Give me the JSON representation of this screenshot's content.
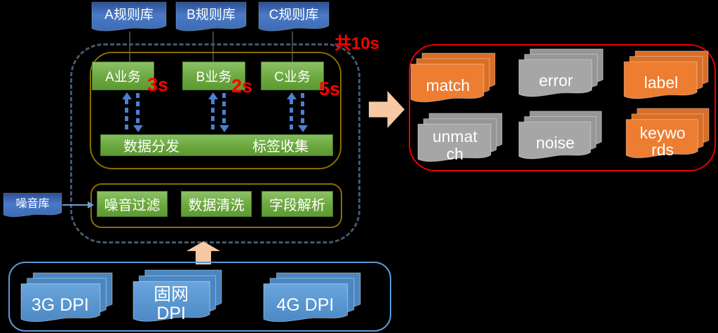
{
  "colors": {
    "background": "#000000",
    "rule_doc_blue": "#4472C4",
    "dpi_blue": "#5B9BD5",
    "node_green": "#70AD47",
    "gold_border": "#8A6D00",
    "dashed_border": "#46586E",
    "red_border": "#E60000",
    "annotation_red": "#FF0000",
    "output_orange": "#ED7D31",
    "output_gray": "#A6A6A6",
    "peach_arrow": "#F6C9A4"
  },
  "rule_libraries": [
    {
      "label": "A规则库"
    },
    {
      "label": "B规则库"
    },
    {
      "label": "C规则库"
    }
  ],
  "pipeline": {
    "total_time_label": "共10s",
    "services": [
      {
        "label": "A业务",
        "time": "3s"
      },
      {
        "label": "B业务",
        "time": "2s"
      },
      {
        "label": "C业务",
        "time": "5s"
      }
    ],
    "bus": {
      "left_label": "数据分发",
      "right_label": "标签收集"
    },
    "preprocess": [
      {
        "label": "噪音过滤"
      },
      {
        "label": "数据清洗"
      },
      {
        "label": "字段解析"
      }
    ]
  },
  "noise_library": {
    "label": "噪音库"
  },
  "sources": [
    {
      "label": "3G DPI"
    },
    {
      "label": "固网\nDPI"
    },
    {
      "label": "4G DPI"
    }
  ],
  "outputs": [
    {
      "label": "match",
      "color": "#ED7D31"
    },
    {
      "label": "error",
      "color": "#A6A6A6"
    },
    {
      "label": "label",
      "color": "#ED7D31"
    },
    {
      "label": "unmatch",
      "color": "#A6A6A6"
    },
    {
      "label": "noise",
      "color": "#A6A6A6"
    },
    {
      "label": "keywords",
      "color": "#ED7D31"
    }
  ]
}
